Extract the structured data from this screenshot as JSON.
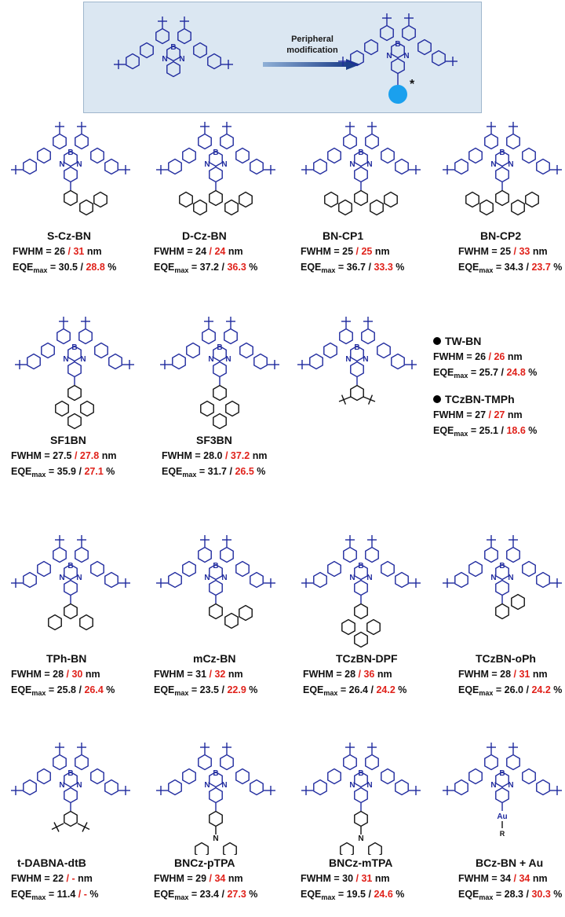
{
  "header": {
    "arrow_label": "Peripheral\nmodification",
    "atoms": {
      "boron": "B",
      "nitrogen": "N",
      "star": "*"
    }
  },
  "labels": {
    "fwhm": "FWHM = ",
    "eqe": "EQE",
    "eqe_sub": "max",
    "eq": " = ",
    "sep": " / ",
    "nm": " nm",
    "pct": " %"
  },
  "colors": {
    "molecule": "#1f2a9e",
    "boron": "#1f2a9e",
    "nitrogen": "#1f2a9e",
    "highlight": "#e0221b",
    "substituent_dot": "#1aa0ee",
    "black": "#111111"
  },
  "compounds": [
    {
      "name": "S-Cz-BN",
      "fwhm_a": "26",
      "fwhm_b": "31",
      "eqe_a": "30.5",
      "eqe_b": "28.8"
    },
    {
      "name": "D-Cz-BN",
      "fwhm_a": "24",
      "fwhm_b": "24",
      "eqe_a": "37.2",
      "eqe_b": "36.3"
    },
    {
      "name": "BN-CP1",
      "fwhm_a": "25",
      "fwhm_b": "25",
      "eqe_a": "36.7",
      "eqe_b": "33.3"
    },
    {
      "name": "BN-CP2",
      "fwhm_a": "25",
      "fwhm_b": "33",
      "eqe_a": "34.3",
      "eqe_b": "23.7"
    },
    {
      "name": "SF1BN",
      "fwhm_a": "27.5",
      "fwhm_b": "27.8",
      "eqe_a": "35.9",
      "eqe_b": "27.1"
    },
    {
      "name": "SF3BN",
      "fwhm_a": "28.0",
      "fwhm_b": "37.2",
      "eqe_a": "31.7",
      "eqe_b": "26.5"
    },
    {
      "name": "TW-BN",
      "fwhm_a": "26",
      "fwhm_b": "26",
      "eqe_a": "25.7",
      "eqe_b": "24.8"
    },
    {
      "name": "TCzBN-TMPh",
      "fwhm_a": "27",
      "fwhm_b": "27",
      "eqe_a": "25.1",
      "eqe_b": "18.6"
    },
    {
      "name": "TPh-BN",
      "fwhm_a": "28",
      "fwhm_b": "30",
      "eqe_a": "25.8",
      "eqe_b": "26.4"
    },
    {
      "name": "mCz-BN",
      "fwhm_a": "31",
      "fwhm_b": "32",
      "eqe_a": "23.5",
      "eqe_b": "22.9"
    },
    {
      "name": "TCzBN-DPF",
      "fwhm_a": "28",
      "fwhm_b": "36",
      "eqe_a": "26.4",
      "eqe_b": "24.2"
    },
    {
      "name": "TCzBN-oPh",
      "fwhm_a": "28",
      "fwhm_b": "31",
      "eqe_a": "26.0",
      "eqe_b": "24.2"
    },
    {
      "name": "t-DABNA-dtB",
      "fwhm_a": "22",
      "fwhm_b": "-",
      "eqe_a": "11.4",
      "eqe_b": "-"
    },
    {
      "name": "BNCz-pTPA",
      "fwhm_a": "29",
      "fwhm_b": "34",
      "eqe_a": "23.4",
      "eqe_b": "27.3"
    },
    {
      "name": "BNCz-mTPA",
      "fwhm_a": "30",
      "fwhm_b": "31",
      "eqe_a": "19.5",
      "eqe_b": "24.6"
    },
    {
      "name": "BCz-BN + Au",
      "fwhm_a": "34",
      "fwhm_b": "34",
      "eqe_a": "28.3",
      "eqe_b": "30.3",
      "au_label": "Au",
      "r_label": "R"
    }
  ]
}
